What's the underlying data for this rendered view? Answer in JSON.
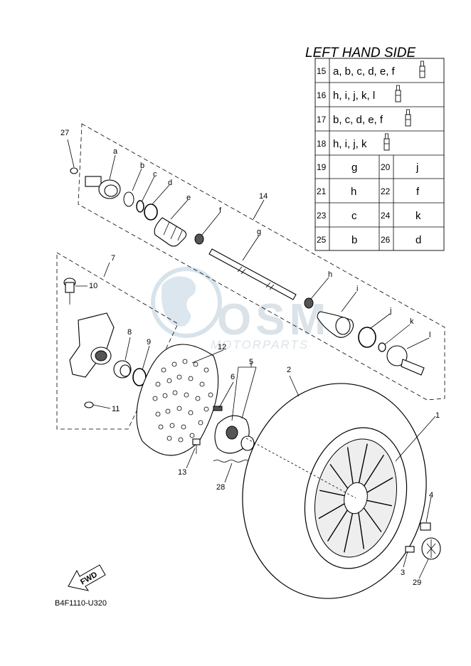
{
  "table": {
    "title": "LEFT HAND SIDE",
    "rows_single": [
      {
        "num": "15",
        "text": "a, b, c, d, e, f"
      },
      {
        "num": "16",
        "text": "h, i, j, k, l"
      },
      {
        "num": "17",
        "text": "b, c, d, e, f"
      },
      {
        "num": "18",
        "text": "h, i, j, k"
      }
    ],
    "rows_pair": [
      {
        "n1": "19",
        "v1": "g",
        "n2": "20",
        "v2": "j"
      },
      {
        "n1": "21",
        "v1": "h",
        "n2": "22",
        "v2": "f"
      },
      {
        "n1": "23",
        "v1": "c",
        "n2": "24",
        "v2": "k"
      },
      {
        "n1": "25",
        "v1": "b",
        "n2": "26",
        "v2": "d"
      }
    ]
  },
  "callouts": {
    "n1": "1",
    "n2": "2",
    "n3": "3",
    "n4": "4",
    "n5": "5",
    "n6": "6",
    "n7": "7",
    "n8": "8",
    "n9": "9",
    "n10": "10",
    "n11": "11",
    "n12": "12",
    "n13": "13",
    "n14": "14",
    "n27": "27",
    "n28": "28",
    "n29": "29"
  },
  "letters": {
    "a": "a",
    "b": "b",
    "c": "c",
    "d": "d",
    "e": "e",
    "f": "f",
    "g": "g",
    "h": "h",
    "i": "i",
    "j": "j",
    "k": "k",
    "l": "l"
  },
  "fwd_label": "FWD",
  "diagram_code": "B4F1110-U320",
  "watermark": {
    "brand": "OSM",
    "sub": "MOTORPARTS"
  }
}
